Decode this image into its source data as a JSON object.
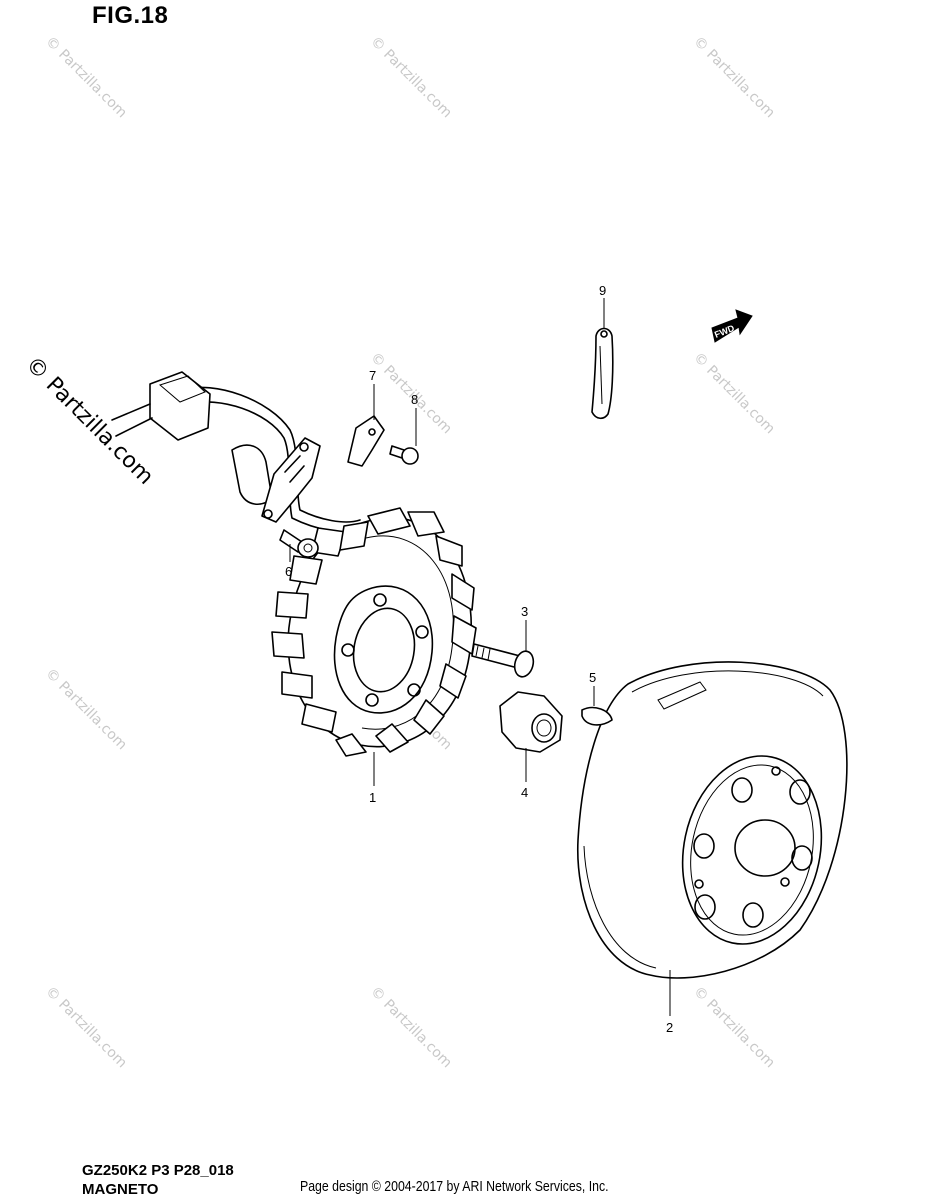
{
  "header": {
    "figure_label": "FIG.18"
  },
  "footer": {
    "model_code": "GZ250K2 P3 P28_018",
    "section_name": "MAGNETO",
    "credit": "Page design © 2004-2017 by ARI Network Services, Inc."
  },
  "watermark": {
    "text": "© Partzilla.com"
  },
  "direction_badge": {
    "text": "FWD"
  },
  "callouts": [
    "1",
    "2",
    "3",
    "4",
    "5",
    "6",
    "7",
    "8",
    "9"
  ],
  "colors": {
    "ink": "#000000",
    "watermark": "#c8c8c8",
    "background": "#ffffff"
  }
}
